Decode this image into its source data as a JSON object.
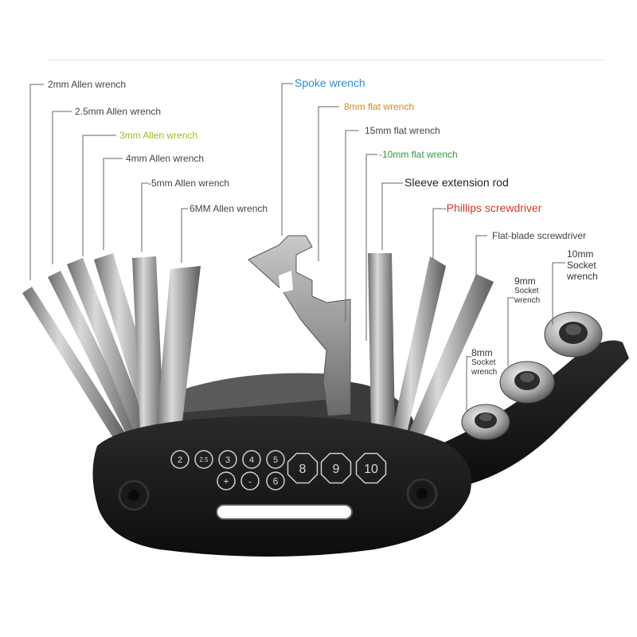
{
  "callouts": {
    "allen_2mm": "2mm Allen wrench",
    "allen_2_5mm": "2.5mm Allen wrench",
    "allen_3mm": "3mm Allen wrench",
    "allen_4mm": "4mm Allen wrench",
    "allen_5mm": "-5mm Allen wrench",
    "allen_6mm": "6MM Allen wrench",
    "spoke": "Spoke wrench",
    "flat_8mm": "8mm flat wrench",
    "flat_15mm": "15mm flat wrench",
    "flat_10mm": "-10mm flat wrench",
    "sleeve": "Sleeve extension rod",
    "phillips": "-Phillips screwdriver",
    "flat_blade": "Flat-blade screwdriver",
    "socket_10": {
      "size": "10mm",
      "line1": "Socket",
      "line2": "wrench"
    },
    "socket_9": {
      "size": "9mm",
      "line1": "Socket",
      "line2": "wrench"
    },
    "socket_8": {
      "size": "8mm",
      "line1": "Socket",
      "line2": "wrench"
    }
  },
  "handle_markings": {
    "top_row": [
      "2",
      "2.5",
      "3",
      "4",
      "5"
    ],
    "bottom_row": [
      "+",
      "-",
      "6"
    ],
    "large": [
      "8",
      "9",
      "10"
    ]
  },
  "colors": {
    "spoke": "#2a8fd8",
    "flat_8mm": "#d58a1a",
    "flat_10mm": "#2f9a3a",
    "allen_3mm": "#a8b820",
    "phillips": "#d43a2a"
  }
}
